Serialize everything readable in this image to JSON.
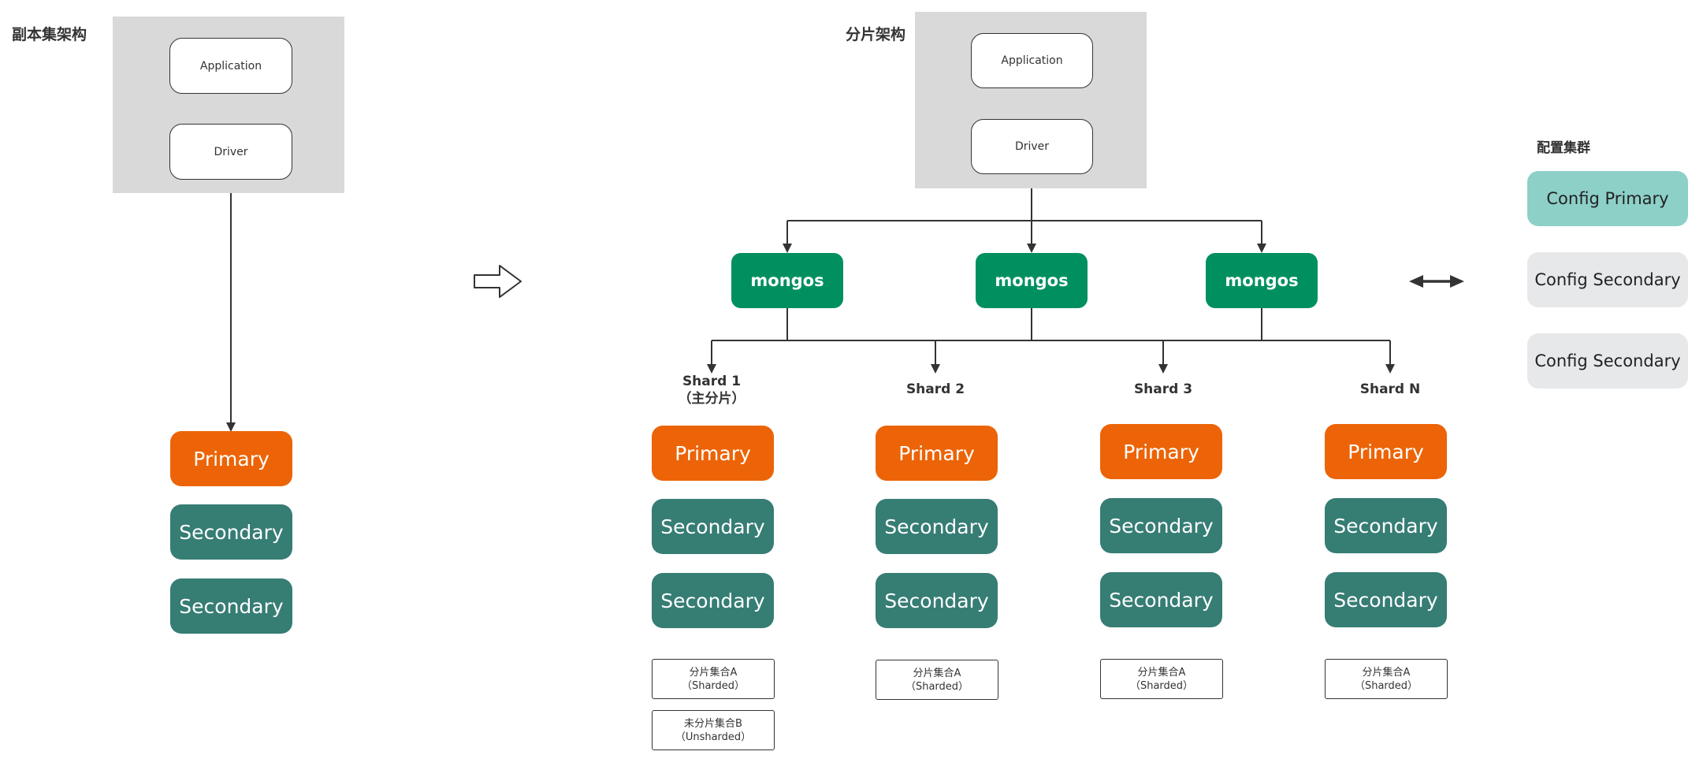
{
  "replica": {
    "title": "副本集架构",
    "application": "Application",
    "driver": "Driver",
    "primary": "Primary",
    "secondaries": [
      "Secondary",
      "Secondary"
    ]
  },
  "sharded": {
    "title": "分片架构",
    "application": "Application",
    "driver": "Driver",
    "mongos": [
      "mongos",
      "mongos",
      "mongos"
    ],
    "shards": [
      {
        "label_lines": [
          "Shard 1",
          "（主分片）"
        ],
        "primary": "Primary",
        "secondaries": [
          "Secondary",
          "Secondary"
        ],
        "collections": [
          {
            "lines": [
              "分片集合A",
              "（Sharded）"
            ]
          },
          {
            "lines": [
              "未分片集合B",
              "（Unsharded）"
            ]
          }
        ]
      },
      {
        "label_lines": [
          "Shard 2"
        ],
        "primary": "Primary",
        "secondaries": [
          "Secondary",
          "Secondary"
        ],
        "collections": [
          {
            "lines": [
              "分片集合A",
              "（Sharded）"
            ]
          }
        ]
      },
      {
        "label_lines": [
          "Shard 3"
        ],
        "primary": "Primary",
        "secondaries": [
          "Secondary",
          "Secondary"
        ],
        "collections": [
          {
            "lines": [
              "分片集合A",
              "（Sharded）"
            ]
          }
        ]
      },
      {
        "label_lines": [
          "Shard N"
        ],
        "primary": "Primary",
        "secondaries": [
          "Secondary",
          "Secondary"
        ],
        "collections": [
          {
            "lines": [
              "分片集合A",
              "（Sharded）"
            ]
          }
        ]
      }
    ]
  },
  "config_cluster": {
    "title": "配置集群",
    "nodes": [
      "Config Primary",
      "Config Secondary",
      "Config Secondary"
    ]
  },
  "colors": {
    "primary": "#ec6407",
    "secondary": "#367d74",
    "mongos": "#009060",
    "config_primary": "#8dd0c8",
    "config_secondary": "#e6e8ea",
    "panel": "#d9d9d9"
  }
}
